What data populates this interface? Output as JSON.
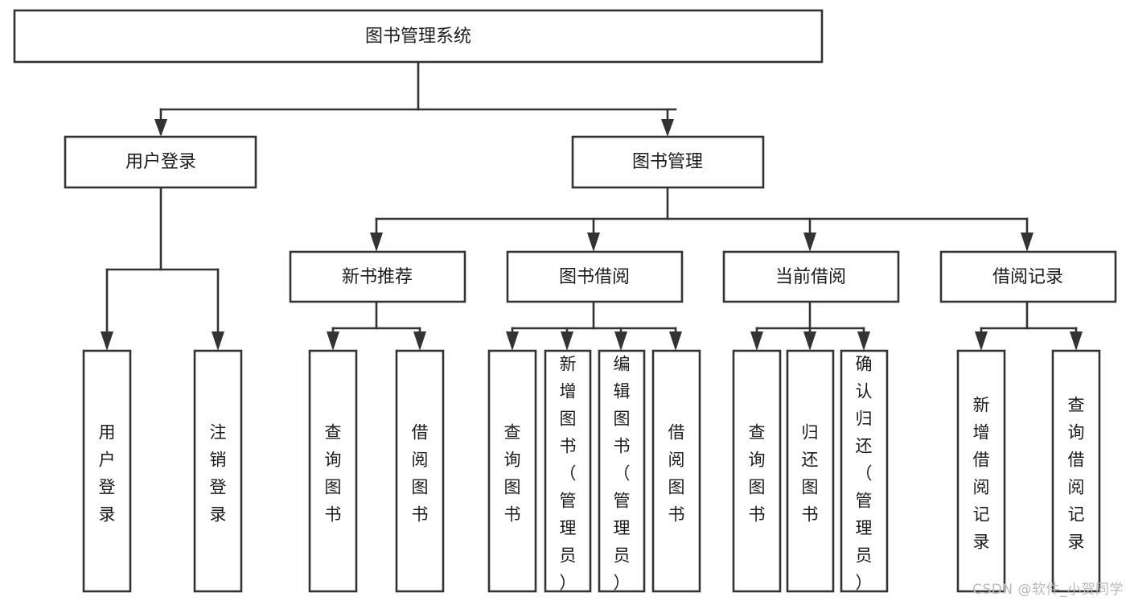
{
  "diagram": {
    "type": "tree",
    "title": "图书管理系统",
    "watermark": "CSDN @软件_小贺同学",
    "colors": {
      "stroke": "#333333",
      "fill": "#ffffff",
      "text": "#1b1b1b",
      "watermark": "#b9b9b9",
      "background": "#ffffff"
    },
    "levels": {
      "root": {
        "label": "图书管理系统"
      },
      "level2": [
        {
          "id": "user-login",
          "label": "用户登录"
        },
        {
          "id": "book-management",
          "label": "图书管理"
        }
      ],
      "level3": [
        {
          "id": "new-book-recommend",
          "label": "新书推荐",
          "parent": "book-management"
        },
        {
          "id": "book-borrow",
          "label": "图书借阅",
          "parent": "book-management"
        },
        {
          "id": "current-borrow",
          "label": "当前借阅",
          "parent": "book-management"
        },
        {
          "id": "borrow-record",
          "label": "借阅记录",
          "parent": "book-management"
        }
      ],
      "leaves": [
        {
          "id": "leaf-user-login",
          "label": "用户登录",
          "parent": "user-login"
        },
        {
          "id": "leaf-user-logout",
          "label": "注销登录",
          "parent": "user-login"
        },
        {
          "id": "leaf-query-book-1",
          "label": "查询图书",
          "parent": "new-book-recommend"
        },
        {
          "id": "leaf-borrow-book-1",
          "label": "借阅图书",
          "parent": "new-book-recommend"
        },
        {
          "id": "leaf-query-book-2",
          "label": "查询图书",
          "parent": "book-borrow"
        },
        {
          "id": "leaf-add-book",
          "label": "新增图书（管理员）",
          "parent": "book-borrow"
        },
        {
          "id": "leaf-edit-book",
          "label": "编辑图书（管理员）",
          "parent": "book-borrow"
        },
        {
          "id": "leaf-borrow-book-2",
          "label": "借阅图书",
          "parent": "book-borrow"
        },
        {
          "id": "leaf-query-book-3",
          "label": "查询图书",
          "parent": "current-borrow"
        },
        {
          "id": "leaf-return-book",
          "label": "归还图书",
          "parent": "current-borrow"
        },
        {
          "id": "leaf-confirm-return",
          "label": "确认归还（管理员）",
          "parent": "current-borrow"
        },
        {
          "id": "leaf-add-record",
          "label": "新增借阅记录",
          "parent": "borrow-record"
        },
        {
          "id": "leaf-query-record",
          "label": "查询借阅记录",
          "parent": "borrow-record"
        }
      ]
    }
  }
}
